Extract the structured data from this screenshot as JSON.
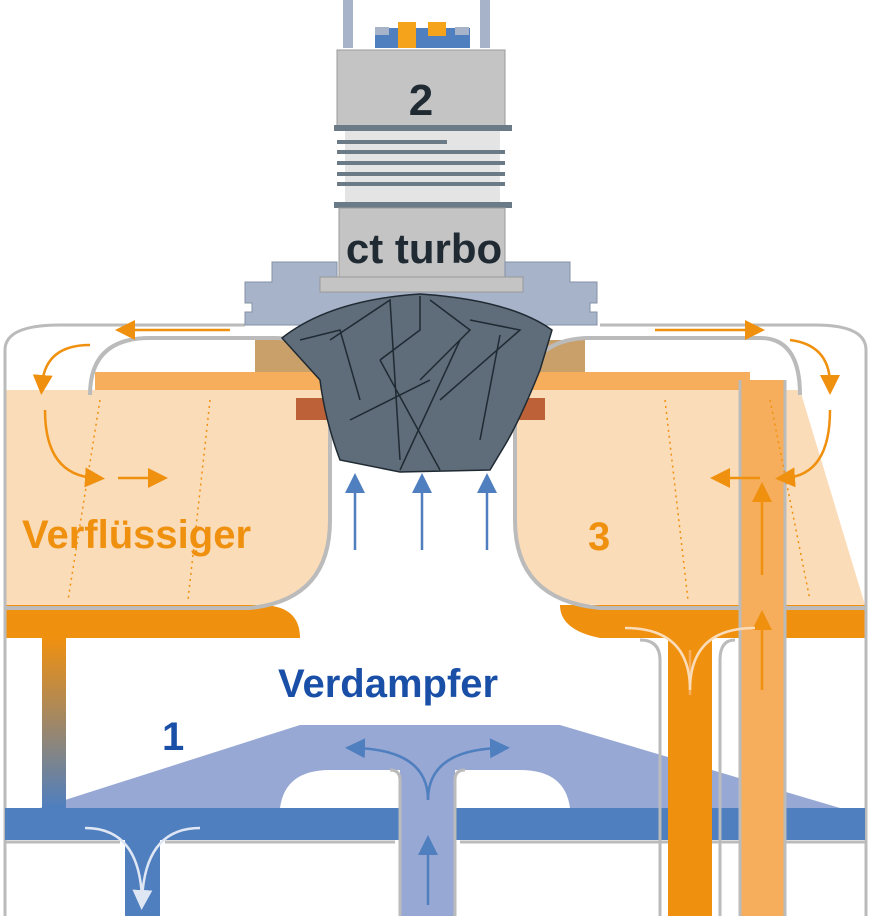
{
  "diagram": {
    "compressor_number": "2",
    "compressor_label": "ct turbo",
    "condenser_label": "Verflüssiger",
    "condenser_number": "3",
    "evaporator_label": "Verdampfer",
    "evaporator_number": "1"
  },
  "colors": {
    "orange": "#f0900f",
    "light_orange": "#f6ae5c",
    "peach": "#fbdcb8",
    "blue": "#4f7fbf",
    "light_blue": "#97a8d4",
    "dark_blue_text": "#1a4fa8",
    "steel": "#a7b3c8",
    "impeller": "#5f6d7a",
    "dark_text": "#1f2a33"
  }
}
